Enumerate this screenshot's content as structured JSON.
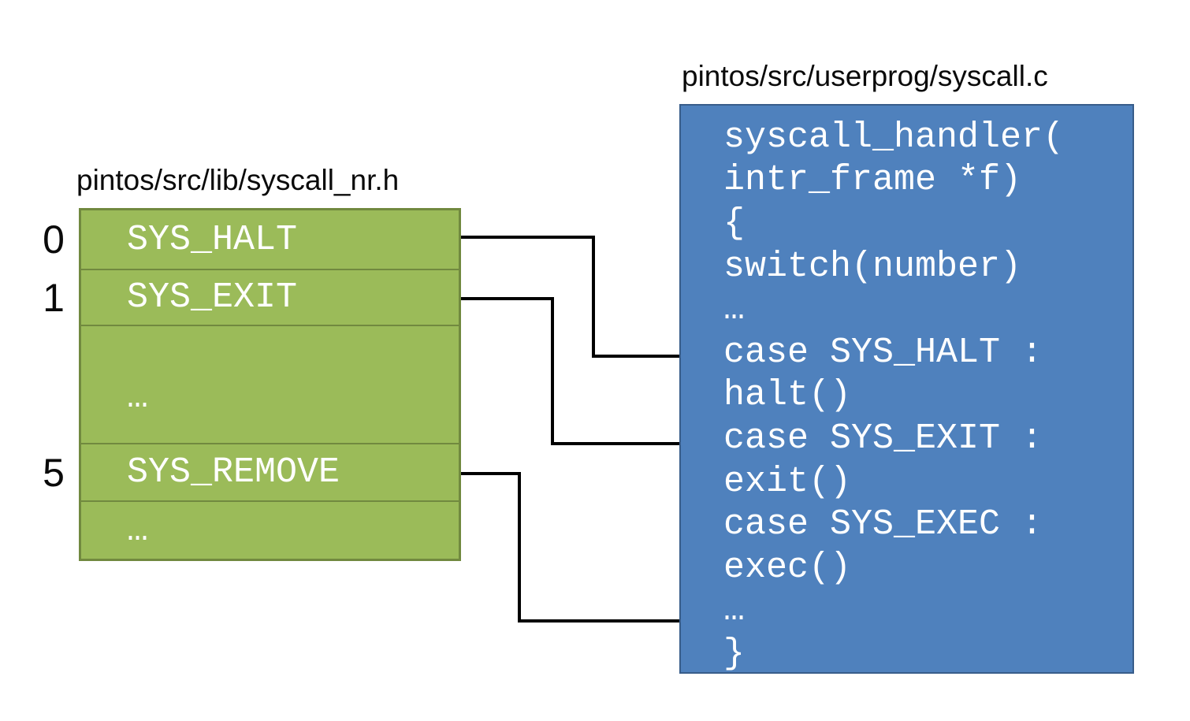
{
  "left_panel": {
    "title": "pintos/src/lib/syscall_nr.h",
    "rows": [
      {
        "index": "0",
        "label": "SYS_HALT"
      },
      {
        "index": "1",
        "label": "SYS_EXIT"
      },
      {
        "index": "",
        "label": "…"
      },
      {
        "index": "5",
        "label": "SYS_REMOVE"
      },
      {
        "index": "",
        "label": "…"
      }
    ]
  },
  "right_panel": {
    "title": "pintos/src/userprog/syscall.c",
    "code_lines": [
      "syscall_handler(",
      "intr_frame *f)",
      "{",
      "switch(number)",
      "…",
      "case SYS_HALT :",
      "halt()",
      "case SYS_EXIT :",
      "exit()",
      "case SYS_EXEC :",
      "exec()",
      "…",
      "}"
    ]
  },
  "connections": [
    {
      "from": "SYS_HALT",
      "to": "case SYS_HALT :"
    },
    {
      "from": "SYS_EXIT",
      "to": "case SYS_EXIT :"
    },
    {
      "from": "SYS_REMOVE",
      "to": "…"
    }
  ],
  "colors": {
    "table_fill": "#9BBB59",
    "table_border": "#71893F",
    "code_fill": "#4F81BD",
    "code_border": "#385D8A",
    "box_text": "#FFFFFF",
    "title_text": "#0A0A0A",
    "arrow": "#000000",
    "background": "#FFFFFF"
  }
}
